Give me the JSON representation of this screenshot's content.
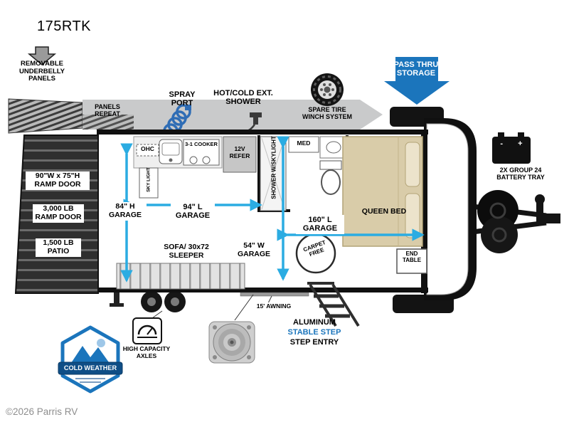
{
  "title": "175RTK",
  "watermark": "©2026 Parris RV",
  "colors": {
    "blue": "#1b75bc",
    "cyan": "#2bace2",
    "banner_gray": "#c9cacb",
    "bed_tan": "#d9cca9"
  },
  "top": {
    "underbelly": "REMOVABLE UNDERBELLY PANELS",
    "panels_repeat": "PANELS REPEAT",
    "spray_port": "SPRAY PORT",
    "ext_shower": "HOT/COLD EXT. SHOWER",
    "spare_tire": "SPARE TIRE WINCH SYSTEM",
    "pass_thru": "PASS THRU STORAGE"
  },
  "right": {
    "battery_tray": "2X GROUP 24 BATTERY TRAY",
    "battery_symbols": "- +"
  },
  "left": {
    "ramp_size": "90\"W x 75\"H RAMP DOOR",
    "ramp_weight": "3,000 LB RAMP DOOR",
    "patio": "1,500 LB PATIO"
  },
  "interior": {
    "ohc": "OHC",
    "sky_light": "SKY LIGHT",
    "cooker": "3-1 COOKER",
    "refer": "12V REFER",
    "shower": "SHOWER W/SKYLIGHT",
    "med": "MED",
    "queen_bed": "QUEEN BED",
    "end_table": "END TABLE",
    "sofa": "SOFA/ 30x72 SLEEPER",
    "garage_w": "54\" W GARAGE",
    "carpet_free": "CARPET FREE"
  },
  "dims": {
    "garage_h": "84\" H GARAGE",
    "garage_l": "94\" L GARAGE",
    "garage_l2": "160\" L GARAGE"
  },
  "bottom": {
    "awning": "15' AWNING",
    "step1": "ALUMINUM",
    "step2": "STABLE STEP",
    "step3": "STEP ENTRY",
    "axles": "HIGH CAPACITY AXLES",
    "cold_weather": "COLD WEATHER"
  }
}
